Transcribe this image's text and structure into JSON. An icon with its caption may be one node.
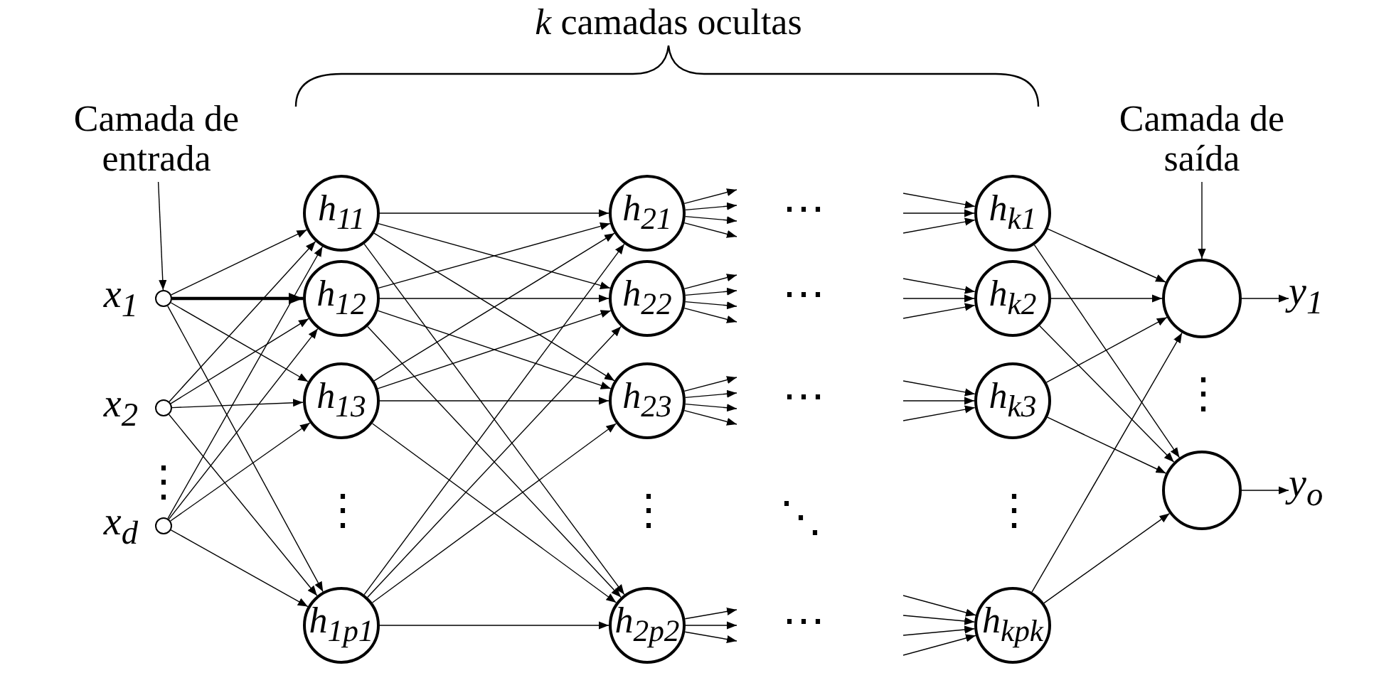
{
  "diagram": {
    "nodes": [
      {
        "text": [
          "Camada de entrada"
        ]
      },
      {
        "text": [],
        "shape": "circle",
        "beside": [
          "x$_{1}$"
        ]
      },
      {
        "text": [],
        "shape": "circle",
        "beside": [
          "x$_{2}$"
        ]
      },
      {
        "text": [],
        "shape": "circle",
        "beside": [
          "x$_{d}$"
        ]
      },
      {
        "text": [
          "h$_{11}$"
        ]
      },
      {
        "text": [
          "h$_{12}$"
        ]
      },
      {
        "text": [
          "h$_{13}$"
        ]
      },
      {
        "text": [
          "h$_{1p1}$"
        ]
      },
      {
        "text": [
          "h$_{21}$"
        ]
      },
      {
        "text": [
          "h$_{22}$"
        ]
      },
      {
        "text": [
          "h$_{23}$"
        ]
      },
      {
        "text": [
          "h$_{2p2}$"
        ]
      },
      {
        "text": [
          "h$_{k1}$"
        ]
      },
      {
        "text": [
          "h$_{k2}$"
        ]
      },
      {
        "text": [
          "h$_{k3}$"
        ]
      },
      {
        "text": [
          "h$_{kpk}$"
        ]
      },
      {
        "text": [
          "Camada de saída"
        ]
      },
      {
        "text": [],
        "shape": "circle"
      },
      {
        "text": [],
        "shape": "circle"
      },
      {
        "text": [
          "y$_{1}$"
        ]
      },
      {
        "text": [
          "y$_{o}$"
        ]
      }
    ],
    "edges": [
      {
        "from": 0,
        "to": 1,
        "arrow": "to"
      },
      {
        "from": 1,
        "to": 4,
        "arrow": "to"
      },
      {
        "from": 1,
        "to": 5,
        "arrow": "to",
        "style": "thick"
      },
      {
        "from": 1,
        "to": 6,
        "arrow": "to"
      },
      {
        "from": 1,
        "to": 7,
        "arrow": "to"
      },
      {
        "from": 2,
        "to": 4,
        "arrow": "to"
      },
      {
        "from": 2,
        "to": 5,
        "arrow": "to"
      },
      {
        "from": 2,
        "to": 6,
        "arrow": "to"
      },
      {
        "from": 2,
        "to": 7,
        "arrow": "to"
      },
      {
        "from": 3,
        "to": 4,
        "arrow": "to"
      },
      {
        "from": 3,
        "to": 5,
        "arrow": "to"
      },
      {
        "from": 3,
        "to": 6,
        "arrow": "to"
      },
      {
        "from": 3,
        "to": 7,
        "arrow": "to"
      },
      {
        "from": 4,
        "to": 8,
        "arrow": "to"
      },
      {
        "from": 4,
        "to": 9,
        "arrow": "to"
      },
      {
        "from": 4,
        "to": 10,
        "arrow": "to"
      },
      {
        "from": 4,
        "to": 11,
        "arrow": "to"
      },
      {
        "from": 5,
        "to": 8,
        "arrow": "to"
      },
      {
        "from": 5,
        "to": 9,
        "arrow": "to"
      },
      {
        "from": 5,
        "to": 10,
        "arrow": "to"
      },
      {
        "from": 5,
        "to": 11,
        "arrow": "to"
      },
      {
        "from": 6,
        "to": 8,
        "arrow": "to"
      },
      {
        "from": 6,
        "to": 9,
        "arrow": "to"
      },
      {
        "from": 6,
        "to": 10,
        "arrow": "to"
      },
      {
        "from": 6,
        "to": 11,
        "arrow": "to"
      },
      {
        "from": 7,
        "to": 8,
        "arrow": "to"
      },
      {
        "from": 7,
        "to": 9,
        "arrow": "to"
      },
      {
        "from": 7,
        "to": 10,
        "arrow": "to"
      },
      {
        "from": 7,
        "to": 11,
        "arrow": "to"
      },
      {
        "from": 8,
        "to": null,
        "arrow": "to"
      },
      {
        "from": 8,
        "to": null,
        "arrow": "to"
      },
      {
        "from": 8,
        "to": null,
        "arrow": "to"
      },
      {
        "from": 8,
        "to": null,
        "arrow": "to"
      },
      {
        "from": 9,
        "to": null,
        "arrow": "to"
      },
      {
        "from": 9,
        "to": null,
        "arrow": "to"
      },
      {
        "from": 9,
        "to": null,
        "arrow": "to"
      },
      {
        "from": 9,
        "to": null,
        "arrow": "to"
      },
      {
        "from": 10,
        "to": null,
        "arrow": "to"
      },
      {
        "from": 10,
        "to": null,
        "arrow": "to"
      },
      {
        "from": 10,
        "to": null,
        "arrow": "to"
      },
      {
        "from": 10,
        "to": null,
        "arrow": "to"
      },
      {
        "from": 11,
        "to": null,
        "arrow": "to"
      },
      {
        "from": 11,
        "to": null,
        "arrow": "to"
      },
      {
        "from": 11,
        "to": null,
        "arrow": "to"
      },
      {
        "from": null,
        "to": 12,
        "arrow": "to"
      },
      {
        "from": null,
        "to": 12,
        "arrow": "to"
      },
      {
        "from": null,
        "to": 12,
        "arrow": "to"
      },
      {
        "from": null,
        "to": 13,
        "arrow": "to"
      },
      {
        "from": null,
        "to": 13,
        "arrow": "to"
      },
      {
        "from": null,
        "to": 13,
        "arrow": "to"
      },
      {
        "from": null,
        "to": 14,
        "arrow": "to"
      },
      {
        "from": null,
        "to": 14,
        "arrow": "to"
      },
      {
        "from": null,
        "to": 14,
        "arrow": "to"
      },
      {
        "from": null,
        "to": 15,
        "arrow": "to"
      },
      {
        "from": null,
        "to": 15,
        "arrow": "to"
      },
      {
        "from": null,
        "to": 15,
        "arrow": "to"
      },
      {
        "from": null,
        "to": 15,
        "arrow": "to"
      },
      {
        "from": 12,
        "to": 17,
        "arrow": "to"
      },
      {
        "from": 12,
        "to": 18,
        "arrow": "to"
      },
      {
        "from": 13,
        "to": 17,
        "arrow": "to"
      },
      {
        "from": 13,
        "to": 18,
        "arrow": "to"
      },
      {
        "from": 14,
        "to": 17,
        "arrow": "to"
      },
      {
        "from": 14,
        "to": 18,
        "arrow": "to"
      },
      {
        "from": 15,
        "to": 17,
        "arrow": "to"
      },
      {
        "from": 15,
        "to": 18,
        "arrow": "to"
      },
      {
        "from": 16,
        "to": 17,
        "arrow": "to"
      },
      {
        "from": 17,
        "to": 19,
        "arrow": "to"
      },
      {
        "from": 18,
        "to": 20,
        "arrow": "to"
      }
    ],
    "labels": [
      "*k* camadas ocultas",
      "⋯",
      "⋯",
      "⋯",
      "⋮",
      "⋮",
      "⋮",
      "⋱",
      "⋮",
      "⋯",
      "⋮"
    ]
  }
}
